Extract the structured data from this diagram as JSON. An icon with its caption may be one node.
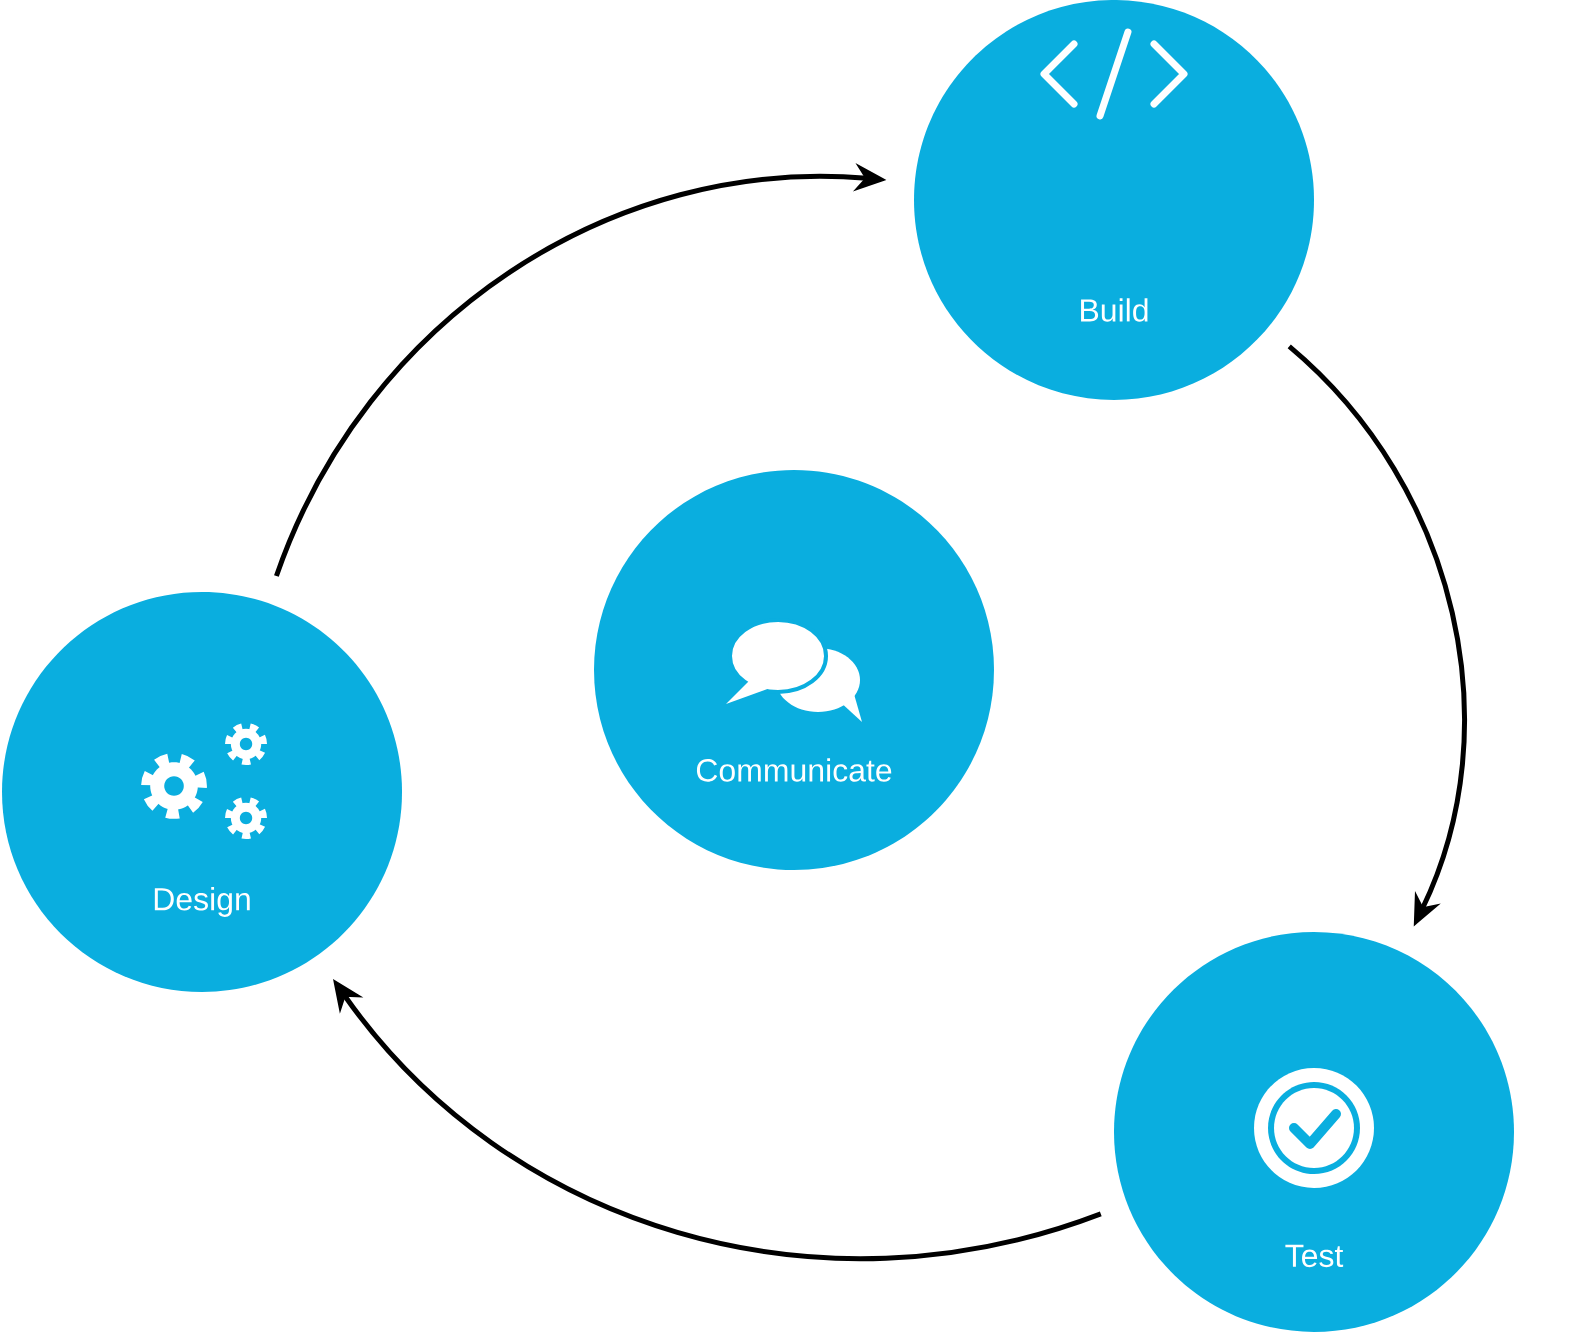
{
  "diagram": {
    "nodes": [
      {
        "text": [
          "Build"
        ]
      },
      {
        "text": [
          "Communicate"
        ]
      },
      {
        "text": [
          "Design"
        ]
      },
      {
        "text": [
          "Test"
        ]
      }
    ],
    "edges": [
      {
        "from": 2,
        "to": 0,
        "arrow": "to"
      },
      {
        "from": 0,
        "to": 3,
        "arrow": "to"
      },
      {
        "from": 3,
        "to": 2,
        "arrow": "to"
      }
    ]
  }
}
